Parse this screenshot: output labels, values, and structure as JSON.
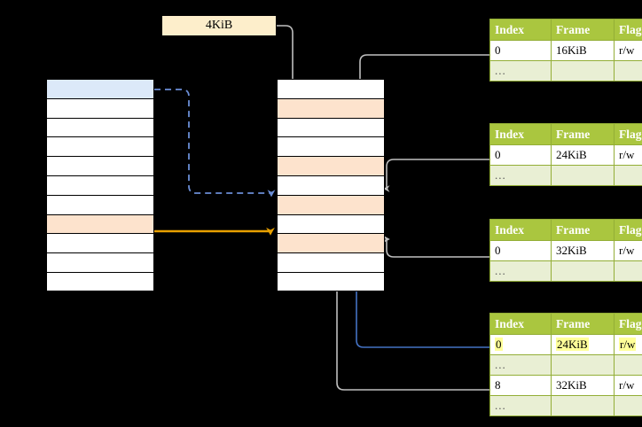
{
  "diagram": {
    "title": "multi-level-page-table-walk",
    "size_label": {
      "text": "4KiB"
    },
    "colors": {
      "table_header_green": "#aac63f",
      "table_ellipsis_green": "#e9efd4",
      "cell_highlight_peach": "#fde3cd",
      "cell_highlight_blue": "#dce9f9",
      "size_label_cream": "#fdeecb",
      "arrow_orange": "#e8a000",
      "arrow_blue": "#4472c4",
      "arrow_gray": "#b3b3b3",
      "text_highlight_yellow": "#ffff99"
    },
    "left_column": {
      "name": "virtual-memory-column",
      "rows": [
        {
          "fill": "blue"
        },
        {
          "fill": "white"
        },
        {
          "fill": "white"
        },
        {
          "fill": "white"
        },
        {
          "fill": "white"
        },
        {
          "fill": "white"
        },
        {
          "fill": "white"
        },
        {
          "fill": "peach"
        },
        {
          "fill": "white"
        },
        {
          "fill": "white"
        },
        {
          "fill": "white"
        }
      ]
    },
    "middle_column": {
      "name": "physical-memory-column",
      "rows": [
        {
          "fill": "white"
        },
        {
          "fill": "peach"
        },
        {
          "fill": "white"
        },
        {
          "fill": "white"
        },
        {
          "fill": "peach"
        },
        {
          "fill": "white"
        },
        {
          "fill": "peach"
        },
        {
          "fill": "white"
        },
        {
          "fill": "peach"
        },
        {
          "fill": "white"
        },
        {
          "fill": "white"
        }
      ]
    },
    "tables": [
      {
        "name": "page-table-level-1",
        "headers": [
          "Index",
          "Frame",
          "Flags"
        ],
        "rows": [
          {
            "type": "entry",
            "cells": [
              "0",
              "16KiB",
              "r/w"
            ],
            "highlight": false
          },
          {
            "type": "ellipsis",
            "cells": [
              "...",
              "",
              ""
            ]
          }
        ]
      },
      {
        "name": "page-table-level-2",
        "headers": [
          "Index",
          "Frame",
          "Flags"
        ],
        "rows": [
          {
            "type": "entry",
            "cells": [
              "0",
              "24KiB",
              "r/w"
            ],
            "highlight": false
          },
          {
            "type": "ellipsis",
            "cells": [
              "...",
              "",
              ""
            ]
          }
        ]
      },
      {
        "name": "page-table-level-3",
        "headers": [
          "Index",
          "Frame",
          "Flags"
        ],
        "rows": [
          {
            "type": "entry",
            "cells": [
              "0",
              "32KiB",
              "r/w"
            ],
            "highlight": false
          },
          {
            "type": "ellipsis",
            "cells": [
              "...",
              "",
              ""
            ]
          }
        ]
      },
      {
        "name": "page-table-level-4",
        "headers": [
          "Index",
          "Frame",
          "Flags"
        ],
        "rows": [
          {
            "type": "entry",
            "cells": [
              "0",
              "24KiB",
              "r/w"
            ],
            "highlight": true
          },
          {
            "type": "ellipsis",
            "cells": [
              "...",
              "",
              ""
            ]
          },
          {
            "type": "entry",
            "cells": [
              "8",
              "32KiB",
              "r/w"
            ],
            "highlight": false
          },
          {
            "type": "ellipsis",
            "cells": [
              "...",
              "",
              ""
            ]
          }
        ]
      }
    ]
  }
}
